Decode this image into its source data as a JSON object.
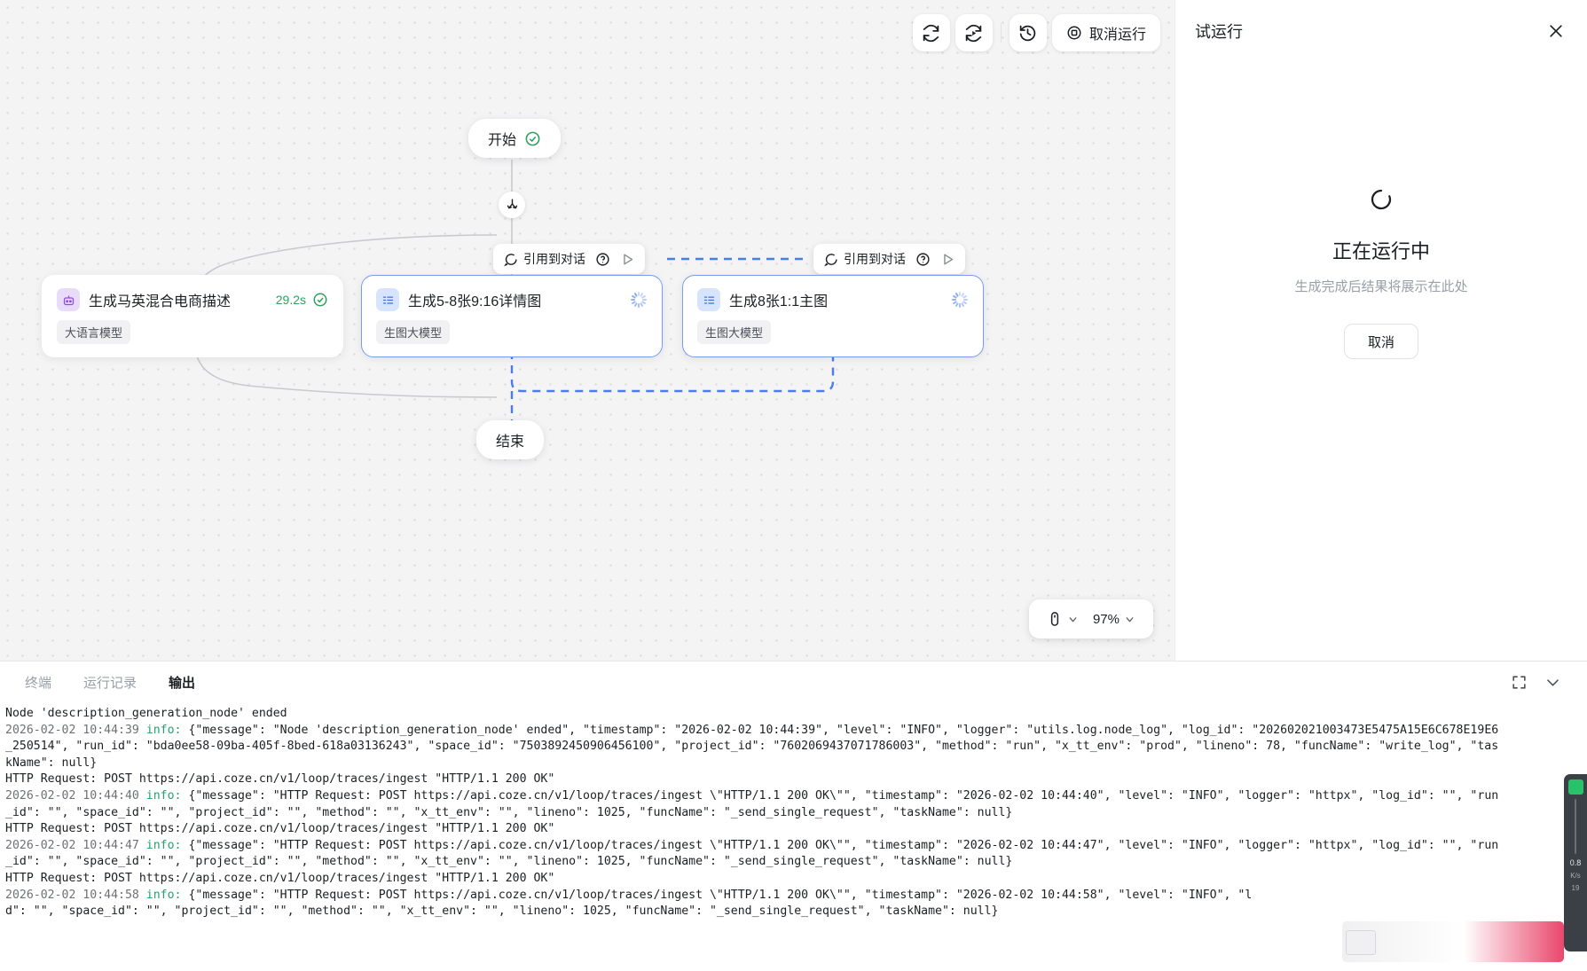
{
  "canvas": {
    "toolbar": {
      "buttons": [
        {
          "name": "sync-icon",
          "label": ""
        },
        {
          "name": "sync-run-icon",
          "label": ""
        },
        {
          "name": "history-icon",
          "label": ""
        }
      ],
      "cancel_run_label": "取消运行"
    },
    "zoom_controls": {
      "pointer_icon": "mouse-icon",
      "zoom_value": "97%"
    },
    "start_node": {
      "label": "开始",
      "status_icon": "check-circle-icon"
    },
    "end_node": {
      "label": "结束"
    },
    "branch_icon": "branch-split-icon",
    "nodes": [
      {
        "title": "生成马英混合电商描述",
        "tag": "大语言模型",
        "duration": "29.2s",
        "status": "success",
        "icon": "llm-robot-icon"
      },
      {
        "title": "生成5-8张9:16详情图",
        "tag": "生图大模型",
        "duration": "",
        "status": "running",
        "icon": "image-model-icon"
      },
      {
        "title": "生成8张1:1主图",
        "tag": "生图大模型",
        "duration": "",
        "status": "running",
        "icon": "image-model-icon"
      }
    ],
    "action_pills": [
      {
        "label": "引用到对话",
        "chat_icon": "chat-bubble-icon",
        "help_icon": "question-circle-icon",
        "run_icon": "play-triangle-icon"
      },
      {
        "label": "引用到对话",
        "chat_icon": "chat-bubble-icon",
        "help_icon": "question-circle-icon",
        "run_icon": "play-triangle-icon"
      }
    ]
  },
  "right_panel": {
    "title": "试运行",
    "close_icon": "close-icon",
    "spinner_icon": "loading-spinner-icon",
    "state_text": "正在运行中",
    "sub_text": "生成完成后结果将展示在此处",
    "cancel_label": "取消"
  },
  "bottom_panel": {
    "tabs": [
      {
        "label": "终端",
        "active": false
      },
      {
        "label": "运行记录",
        "active": false
      },
      {
        "label": "输出",
        "active": true
      }
    ],
    "actions": [
      {
        "name": "fullscreen-icon"
      },
      {
        "name": "chevron-down-icon"
      }
    ],
    "log_lines": [
      {
        "type": "plain",
        "text": "Node 'description_generation_node' ended"
      },
      {
        "type": "json",
        "ts": "2026-02-02 10:44:39",
        "level": "info:",
        "text": " {\"message\": \"Node 'description_generation_node' ended\", \"timestamp\": \"2026-02-02 10:44:39\", \"level\": \"INFO\", \"logger\": \"utils.log.node_log\", \"log_id\": \"202602021003473E5475A15E6C678E19E6"
      },
      {
        "type": "plain",
        "text": "_250514\", \"run_id\": \"bda0ee58-09ba-405f-8bed-618a03136243\", \"space_id\": \"7503892450906456100\", \"project_id\": \"7602069437071786003\", \"method\": \"run\", \"x_tt_env\": \"prod\", \"lineno\": 78, \"funcName\": \"write_log\", \"tas"
      },
      {
        "type": "plain",
        "text": "kName\": null}"
      },
      {
        "type": "plain",
        "text": "HTTP Request: POST https://api.coze.cn/v1/loop/traces/ingest \"HTTP/1.1 200 OK\""
      },
      {
        "type": "json",
        "ts": "2026-02-02 10:44:40",
        "level": "info:",
        "text": " {\"message\": \"HTTP Request: POST https://api.coze.cn/v1/loop/traces/ingest \\\"HTTP/1.1 200 OK\\\"\", \"timestamp\": \"2026-02-02 10:44:40\", \"level\": \"INFO\", \"logger\": \"httpx\", \"log_id\": \"\", \"run"
      },
      {
        "type": "plain",
        "text": "_id\": \"\", \"space_id\": \"\", \"project_id\": \"\", \"method\": \"\", \"x_tt_env\": \"\", \"lineno\": 1025, \"funcName\": \"_send_single_request\", \"taskName\": null}"
      },
      {
        "type": "plain",
        "text": "HTTP Request: POST https://api.coze.cn/v1/loop/traces/ingest \"HTTP/1.1 200 OK\""
      },
      {
        "type": "json",
        "ts": "2026-02-02 10:44:47",
        "level": "info:",
        "text": " {\"message\": \"HTTP Request: POST https://api.coze.cn/v1/loop/traces/ingest \\\"HTTP/1.1 200 OK\\\"\", \"timestamp\": \"2026-02-02 10:44:47\", \"level\": \"INFO\", \"logger\": \"httpx\", \"log_id\": \"\", \"run"
      },
      {
        "type": "plain",
        "text": "_id\": \"\", \"space_id\": \"\", \"project_id\": \"\", \"method\": \"\", \"x_tt_env\": \"\", \"lineno\": 1025, \"funcName\": \"_send_single_request\", \"taskName\": null}"
      },
      {
        "type": "plain",
        "text": "HTTP Request: POST https://api.coze.cn/v1/loop/traces/ingest \"HTTP/1.1 200 OK\""
      },
      {
        "type": "json",
        "ts": "2026-02-02 10:44:58",
        "level": "info:",
        "text": " {\"message\": \"HTTP Request: POST https://api.coze.cn/v1/loop/traces/ingest \\\"HTTP/1.1 200 OK\\\"\", \"timestamp\": \"2026-02-02 10:44:58\", \"level\": \"INFO\", \"l"
      },
      {
        "type": "plain",
        "text": "d\": \"\", \"space_id\": \"\", \"project_id\": \"\", \"method\": \"\", \"x_tt_env\": \"\", \"lineno\": 1025, \"funcName\": \"_send_single_request\", \"taskName\": null}"
      }
    ]
  },
  "float_widget": {
    "speed": "0.8",
    "unit": "K/s",
    "count": "19"
  }
}
